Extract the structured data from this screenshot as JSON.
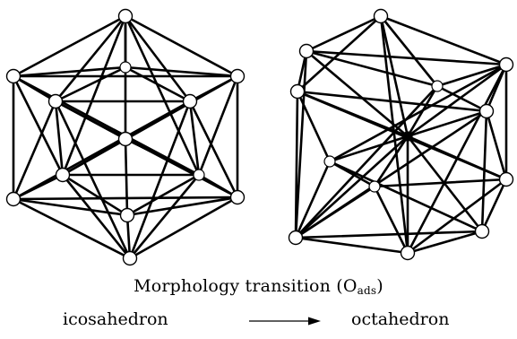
{
  "caption": {
    "prefix": "Morphology transition (O",
    "subscript": "ads",
    "suffix": ")"
  },
  "transition": {
    "from": "icosahedron",
    "to": "octahedron"
  },
  "colors": {
    "line": "#000000",
    "node_fill": "#ffffff",
    "background": "#ffffff"
  }
}
